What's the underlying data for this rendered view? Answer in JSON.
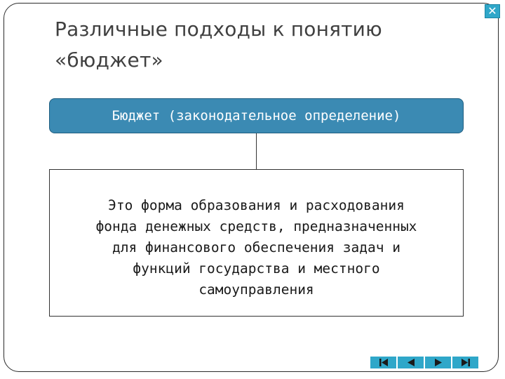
{
  "slide": {
    "title_lines": [
      "Различные подходы к понятию",
      "«бюджет»"
    ],
    "heading_box": "Бюджет (законодательное определение)",
    "definition_lines": [
      "Это форма образования и расходования",
      "фонда денежных средств, предназначенных",
      "для финансового обеспечения задач и",
      "функций государства и местного",
      "самоуправления"
    ]
  },
  "controls": {
    "close_symbol": "✕",
    "nav_icons": [
      "first-slide-icon",
      "previous-slide-icon",
      "next-slide-icon",
      "last-slide-icon"
    ]
  },
  "colors": {
    "accent": "#2fa7c9",
    "heading_box": "#3b8ab3",
    "title_text": "#404040"
  }
}
